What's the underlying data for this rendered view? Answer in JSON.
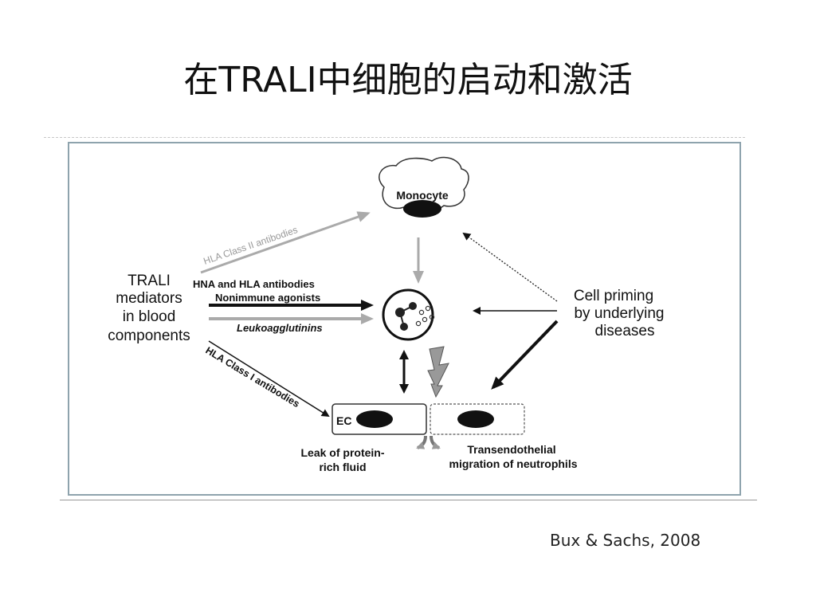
{
  "slide": {
    "title": "在TRALI中细胞的启动和激活"
  },
  "diagram": {
    "monocyte_label": "Monocyte",
    "source_label": [
      "TRALI",
      "mediators",
      "in blood",
      "components"
    ],
    "hla2_label": "HLA Class II antibodies",
    "hna_label": "HNA and HLA antibodies",
    "nonimmune_label": "Nonimmune agonists",
    "leuko_label": "Leukoagglutinins",
    "hla1_label": "HLA Class I antibodies",
    "priming_label": [
      "Cell priming",
      "by underlying",
      "diseases"
    ],
    "ec_label": "EC",
    "leak_label": [
      "Leak of protein-",
      "rich fluid"
    ],
    "migration_label": [
      "Transendothelial",
      "migration of neutrophils"
    ]
  },
  "citation": "Bux & Sachs, 2008"
}
